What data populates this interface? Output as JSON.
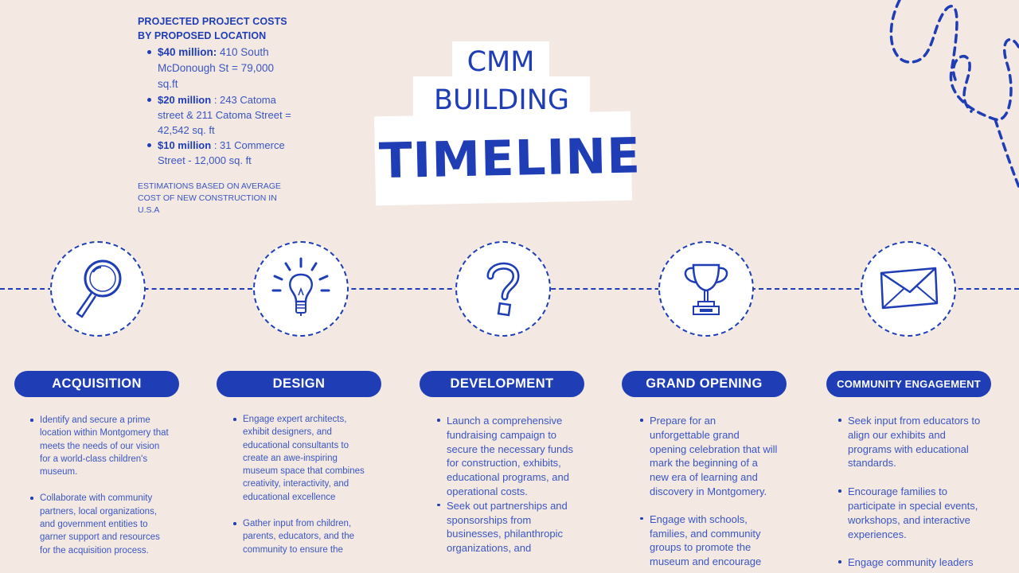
{
  "costs": {
    "heading_line1": "PROJECTED PROJECT COSTS",
    "heading_line2": "BY PROPOSED LOCATION",
    "items": [
      {
        "amount": "$40 million:",
        "detail": " 410 South McDonough St = 79,000 sq.ft"
      },
      {
        "amount": "$20 million",
        "detail": " : 243 Catoma street & 211 Catoma Street = 42,542 sq. ft"
      },
      {
        "amount": "$10 million",
        "detail": " : 31 Commerce Street - 12,000 sq. ft"
      }
    ],
    "note": "ESTIMATIONS BASED ON AVERAGE COST OF NEW CONSTRUCTION IN U.S.A"
  },
  "title": {
    "line1": "CMM",
    "line2": "BUILDING",
    "line3": "TIMELINE"
  },
  "phases": [
    {
      "label": "ACQUISITION",
      "icon": "magnifying-glass-icon",
      "bullets": [
        "Identify and secure a prime location within Montgomery that meets the needs of our vision for a world-class children's museum.",
        "Collaborate with community partners, local organizations, and government entities to garner support and resources for the acquisition process."
      ]
    },
    {
      "label": "DESIGN",
      "icon": "light-bulb-icon",
      "bullets": [
        "Engage expert architects, exhibit designers, and educational consultants to create an awe-inspiring museum space that combines creativity, interactivity, and educational excellence",
        "Gather input from children, parents, educators, and the community to ensure the"
      ]
    },
    {
      "label": "DEVELOPMENT",
      "icon": "question-mark-icon",
      "bullets": [
        "Launch a comprehensive fundraising campaign to secure the necessary funds for construction, exhibits, educational programs, and operational costs.",
        "Seek out partnerships and sponsorships from businesses, philanthropic organizations, and"
      ]
    },
    {
      "label": "GRAND OPENING",
      "icon": "trophy-icon",
      "bullets": [
        "Prepare for an unforgettable grand opening celebration that will mark the beginning of a new era of learning and discovery in Montgomery.",
        "Engage with schools, families, and community groups to promote the museum and encourage"
      ]
    },
    {
      "label": "COMMUNITY ENGAGEMENT",
      "icon": "envelope-icon",
      "bullets": [
        "Seek input from educators to align our exhibits and programs with educational standards.",
        "Encourage families to participate in special events, workshops, and interactive experiences.",
        "Engage community leaders"
      ]
    }
  ],
  "colors": {
    "background": "#f3e8e2",
    "accent": "#1f3db5",
    "text": "#3a55c4"
  }
}
